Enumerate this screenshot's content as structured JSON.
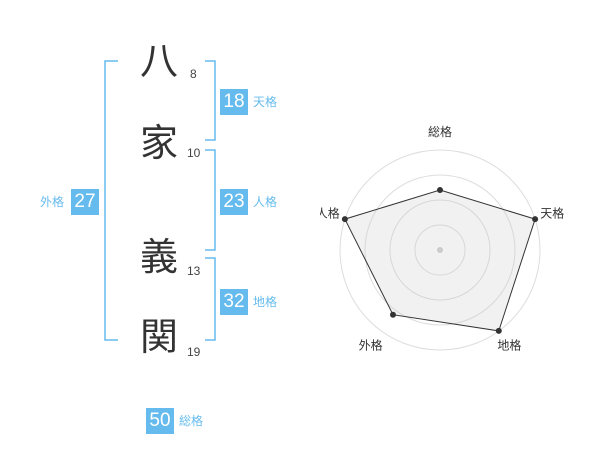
{
  "name": {
    "chars": [
      {
        "char": "八",
        "strokes": "8"
      },
      {
        "char": "家",
        "strokes": "10"
      },
      {
        "char": "義",
        "strokes": "13"
      },
      {
        "char": "関",
        "strokes": "19"
      }
    ]
  },
  "fortune": {
    "tenkaku": {
      "value": "18",
      "label": "天格"
    },
    "jinkaku": {
      "value": "23",
      "label": "人格"
    },
    "chikaku": {
      "value": "32",
      "label": "地格"
    },
    "gaikaku": {
      "value": "27",
      "label": "外格"
    },
    "soukaku": {
      "value": "50",
      "label": "総格"
    }
  },
  "colors": {
    "accent": "#66bbee",
    "text": "#333333"
  },
  "chart_data": {
    "type": "radar",
    "axes": [
      "総格",
      "天格",
      "地格",
      "外格",
      "人格"
    ],
    "values": [
      0.6,
      1.0,
      1.0,
      0.8,
      1.0
    ],
    "rmax": 1.0,
    "rings": 4
  }
}
